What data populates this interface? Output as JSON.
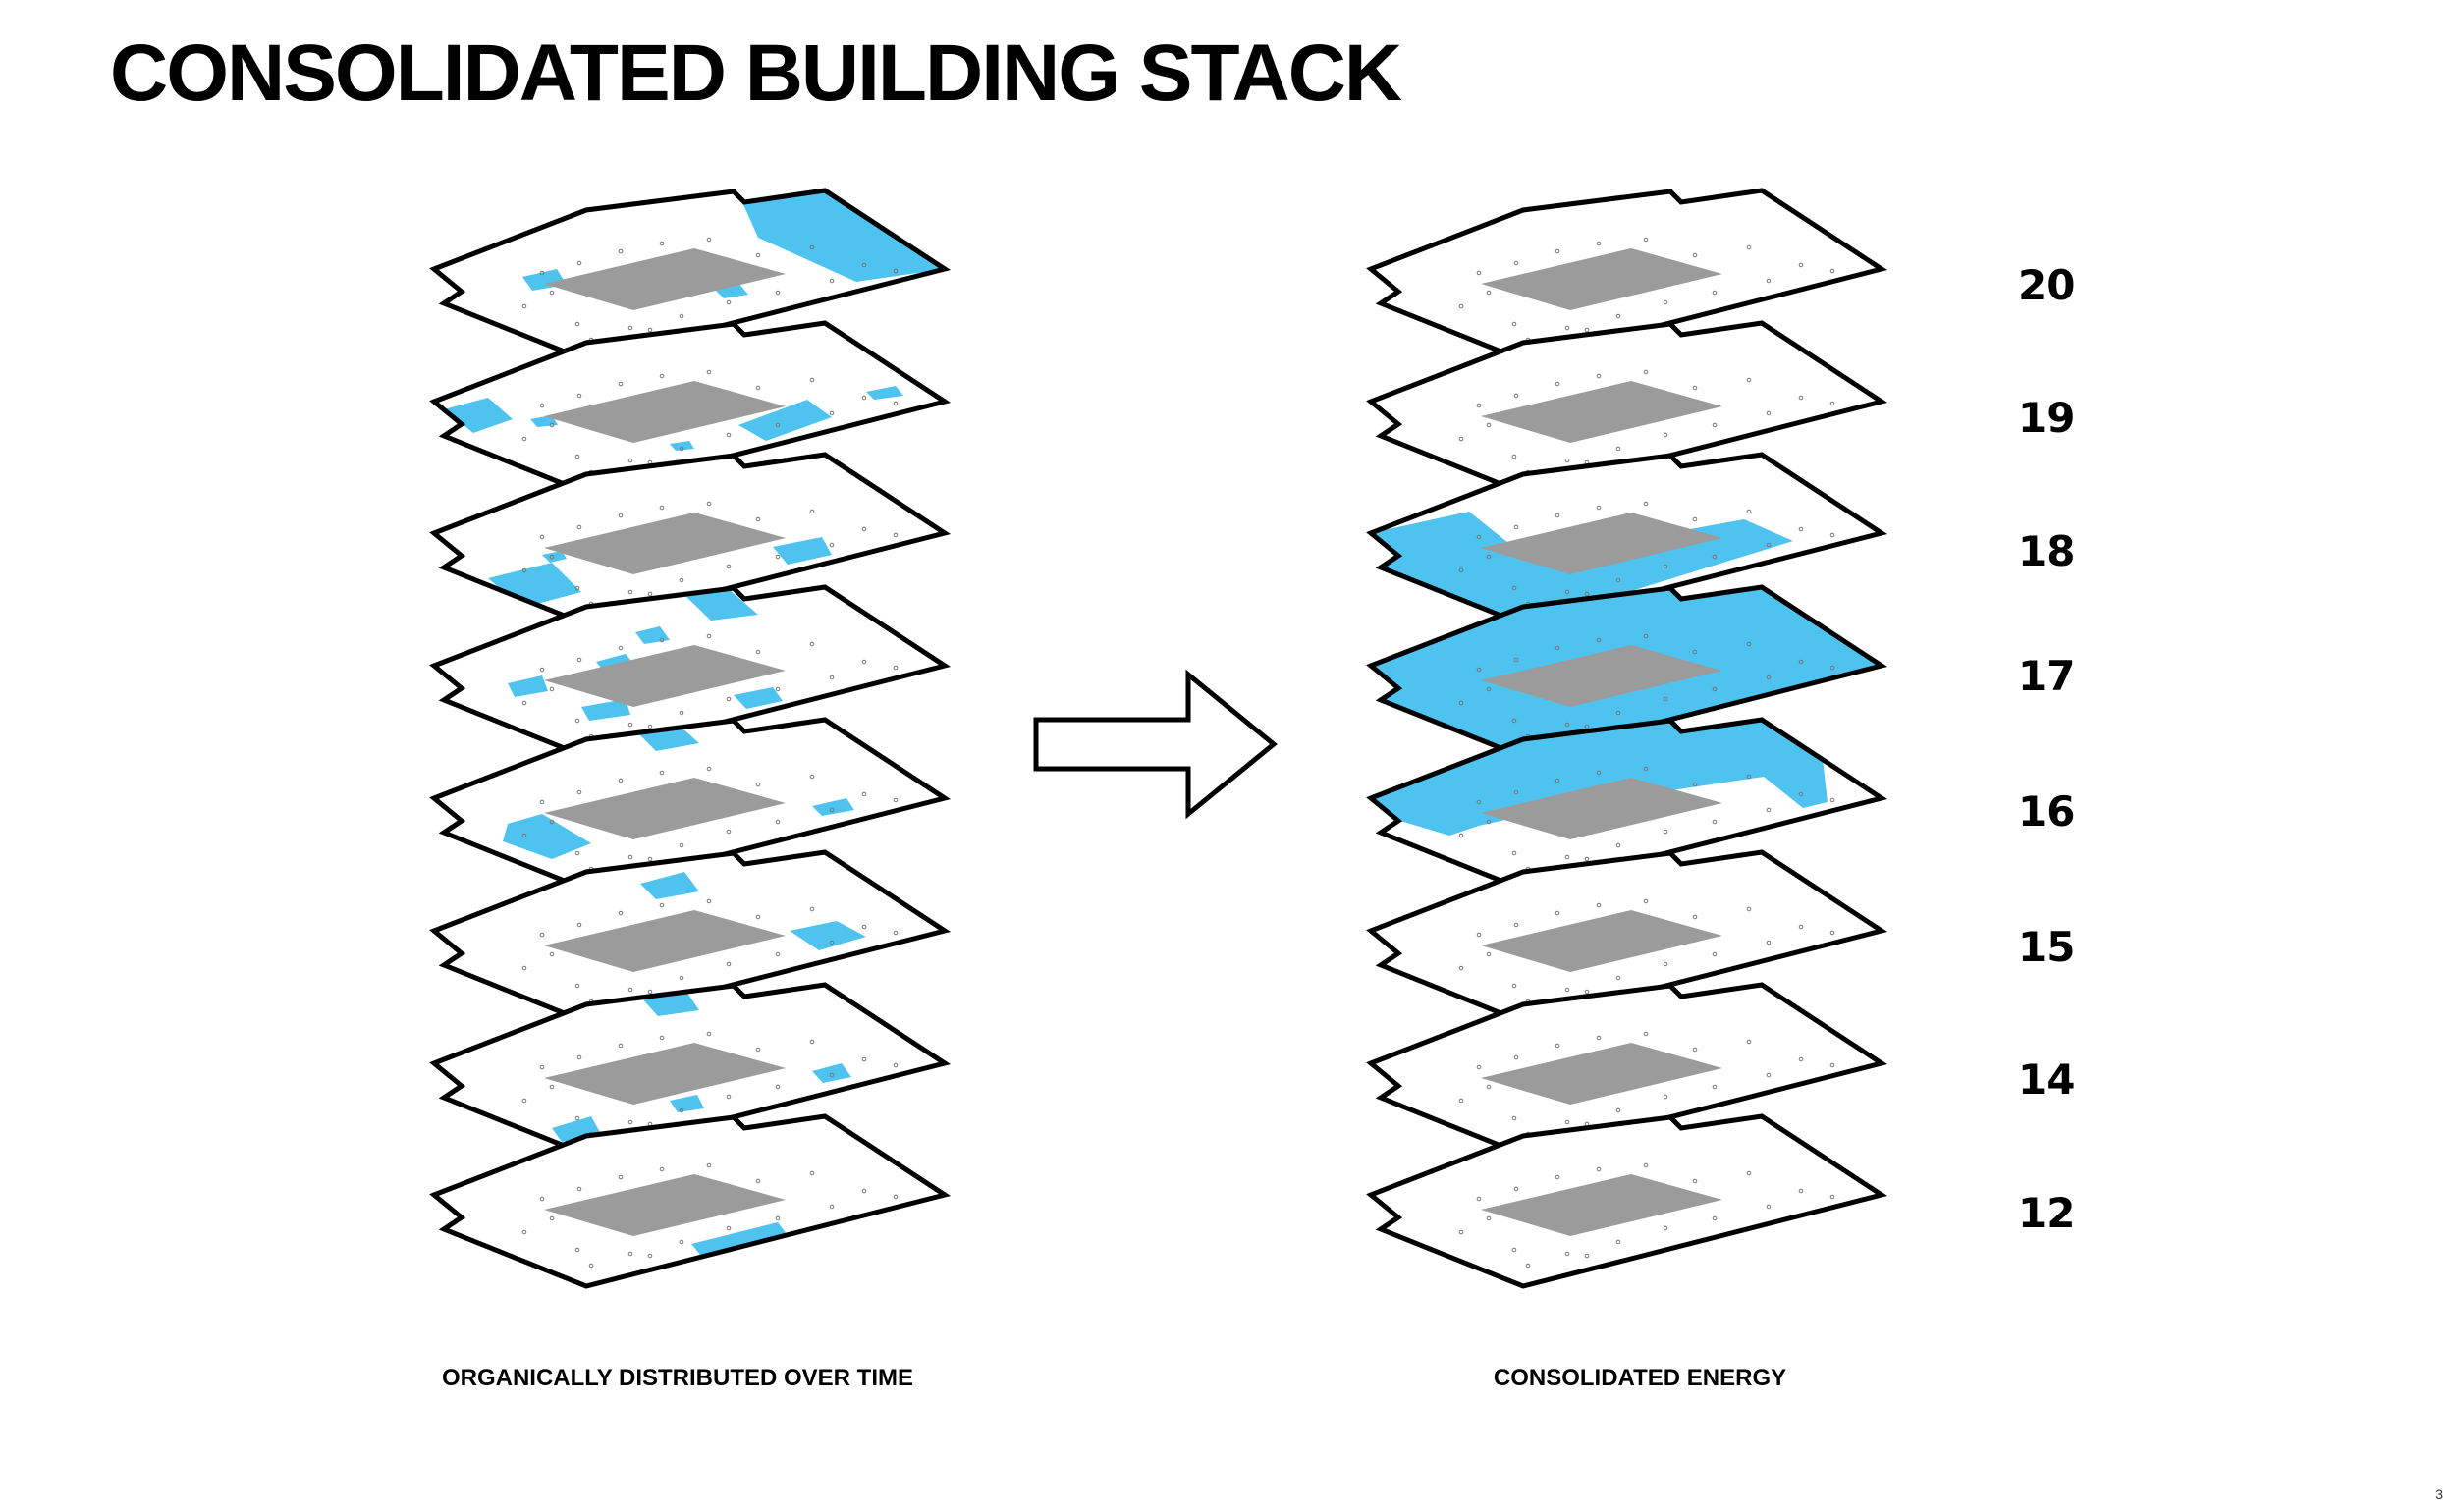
{
  "title": "CONSOLIDATED BUILDING STACK",
  "captions": {
    "left": "ORGANICALLY DISTRIBUTED OVER TIME",
    "right": "CONSOLIDATED ENERGY"
  },
  "floors": [
    "20",
    "19",
    "18",
    "17",
    "16",
    "15",
    "14",
    "12"
  ],
  "page_number": "3",
  "colors": {
    "outline": "#000000",
    "core": "#9b9b9b",
    "highlight": "#4fc3f0",
    "floor_fill": "#ffffff",
    "column_dot": "#777777"
  },
  "icons": {
    "transition_arrow": "right-arrow-icon"
  }
}
